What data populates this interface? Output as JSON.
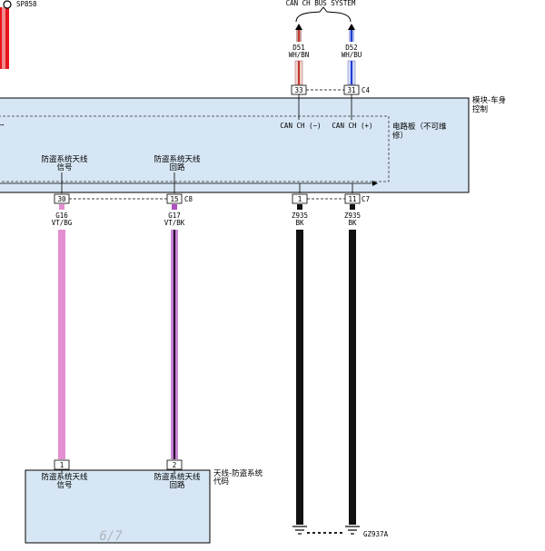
{
  "splice": {
    "label": "SP858"
  },
  "can_bus": {
    "title": "CAN CH BUS SYSTEM"
  },
  "wires_top": [
    {
      "id": "D51",
      "color": "WH/BN",
      "pin": "33",
      "stripe": "#c0392b"
    },
    {
      "id": "D52",
      "color": "WH/BU",
      "pin": "31",
      "stripe": "#1f3fd6"
    }
  ],
  "module": {
    "name_line1": "模块-车身",
    "name_line2": "控制",
    "connector_top": "C4",
    "board_line1": "电路板（不可维",
    "board_line2": "修）",
    "can_minus": "CAN CH (−)",
    "can_plus": "CAN CH (+)",
    "left_stub": "⋯",
    "sig_line1": "防盗系统天线",
    "sig_line2": "信号",
    "ret_line1": "防盗系统天线",
    "ret_line2": "回路",
    "connector_c8": "C8",
    "connector_c7": "C7"
  },
  "wires_bottom": [
    {
      "pin": "30",
      "id": "G16",
      "color": "VT/BG"
    },
    {
      "pin": "15",
      "id": "G17",
      "color": "VT/BK"
    },
    {
      "pin": "1",
      "id": "Z935",
      "color": "BK"
    },
    {
      "pin": "11",
      "id": "Z935",
      "color": "BK"
    }
  ],
  "antenna": {
    "pin1": "1",
    "pin2": "2",
    "name_line1": "天线-防盗系统",
    "name_line2": "代码",
    "sig_line1": "防盗系统天线",
    "sig_line2": "信号",
    "ret_line1": "防盗系统天线",
    "ret_line2": "回路"
  },
  "ground": {
    "label": "GZ937A"
  },
  "page": {
    "number": "6/7"
  },
  "colors": {
    "module_fill": "#d6e6f4",
    "red": "#e8141c",
    "pink": "#e38fd2",
    "violet": "#b04fc0",
    "black": "#111111"
  }
}
